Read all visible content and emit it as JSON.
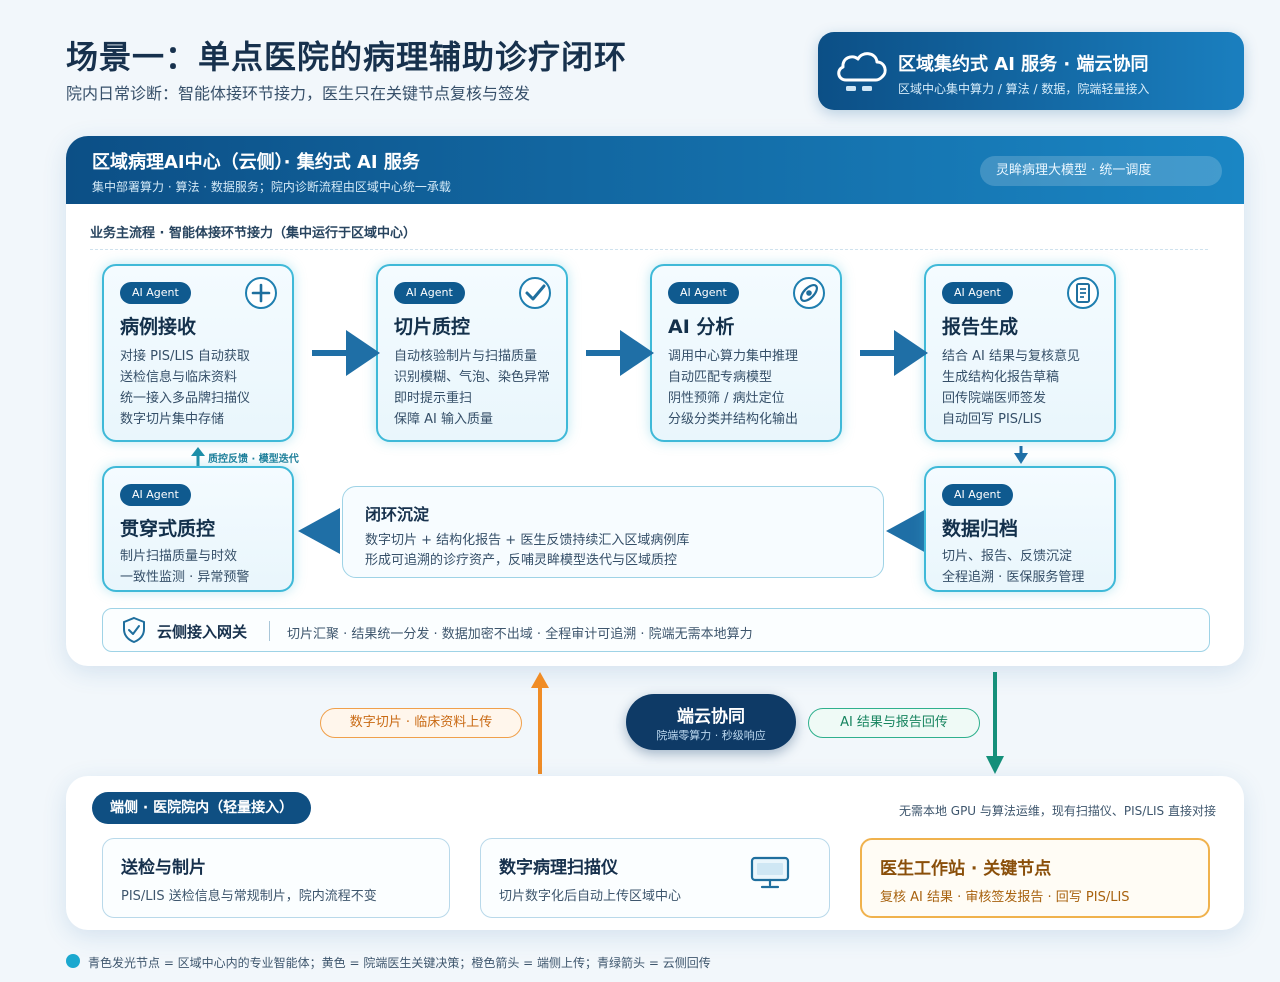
{
  "header": {
    "title": "场景一：单点医院的病理辅助诊疗闭环",
    "subtitle": "院内日常诊断：智能体接环节接力，医生只在关键节点复核与签发"
  },
  "top_badge": {
    "title": "区域集约式 AI 服务 · 端云协同",
    "subtitle": "区域中心集中算力 / 算法 / 数据，院端轻量接入",
    "icon": "cloud-icon"
  },
  "region": {
    "title": "区域病理AI中心（云侧）· 集约式 AI 服务",
    "subtitle": "集中部署算力 · 算法 · 数据服务；院内诊断流程由区域中心统一承载",
    "model_pill": "灵眸病理大模型 · 统一调度",
    "flow_label": "业务主流程 · 智能体接环节接力（集中运行于区域中心）"
  },
  "agents": [
    {
      "badge": "AI Agent",
      "title": "病例接收",
      "icon": "plus-icon",
      "lines": [
        "对接 PIS/LIS 自动获取",
        "送检信息与临床资料",
        "统一接入多品牌扫描仪",
        "数字切片集中存储"
      ]
    },
    {
      "badge": "AI Agent",
      "title": "切片质控",
      "icon": "check-icon",
      "lines": [
        "自动核验制片与扫描质量",
        "识别模糊、气泡、染色异常",
        "即时提示重扫",
        "保障 AI 输入质量"
      ]
    },
    {
      "badge": "AI Agent",
      "title": "AI 分析",
      "icon": "scope-icon",
      "lines": [
        "调用中心算力集中推理",
        "自动匹配专病模型",
        "阴性预筛 / 病灶定位",
        "分级分类并结构化输出"
      ]
    },
    {
      "badge": "AI Agent",
      "title": "报告生成",
      "icon": "document-icon",
      "lines": [
        "结合 AI 结果与复核意见",
        "生成结构化报告草稿",
        "回传院端医师签发",
        "自动回写 PIS/LIS"
      ]
    },
    {
      "badge": "AI Agent",
      "title": "数据归档",
      "lines": [
        "切片、报告、反馈沉淀",
        "全程追溯 · 医保服务管理"
      ]
    },
    {
      "badge": "AI Agent",
      "title": "贯穿式质控",
      "lines": [
        "制片扫描质量与时效",
        "一致性监测 · 异常预警"
      ]
    }
  ],
  "feedback_label": "质控反馈 · 模型迭代",
  "closed_loop": {
    "title": "闭环沉淀",
    "line1": "数字切片 + 结构化报告 + 医生反馈持续汇入区域病例库",
    "line2": "形成可追溯的诊疗资产，反哺灵眸模型迭代与区域质控"
  },
  "gateway": {
    "name": "云侧接入网关",
    "desc": "切片汇聚 · 结果统一分发 · 数据加密不出域 · 全程审计可追溯 · 院端无需本地算力",
    "icon": "shield-icon"
  },
  "middle": {
    "upload_label": "数字切片 · 临床资料上传",
    "download_label": "AI 结果与报告回传",
    "edge_cloud_title": "端云协同",
    "edge_cloud_sub": "院端零算力 · 秒级响应",
    "upload_color": "#f08c25",
    "download_color": "#15907a"
  },
  "edge": {
    "pill": "端侧 · 医院院内（轻量接入）",
    "note": "无需本地 GPU 与算法运维，现有扫描仪、PIS/LIS 直接对接",
    "cards": [
      {
        "title": "送检与制片",
        "desc": "PIS/LIS 送检信息与常规制片，院内流程不变"
      },
      {
        "title": "数字病理扫描仪",
        "desc": "切片数字化后自动上传区域中心",
        "icon": "monitor-icon"
      },
      {
        "title": "医生工作站 · 关键节点",
        "desc": "复核 AI 结果 · 审核签发报告 · 回写 PIS/LIS"
      }
    ]
  },
  "legend": "青色发光节点 = 区域中心内的专业智能体；黄色 = 院端医生关键决策；橙色箭头 = 端侧上传；青绿箭头 = 云侧回传"
}
